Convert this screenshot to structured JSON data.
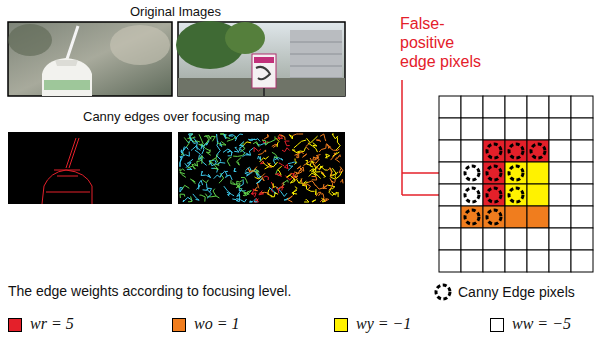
{
  "diagram": {
    "labels": [
      "Original Images",
      "Canny edges over focusing map",
      "False- positive edge pixels",
      "The edge weights according to focusing level."
    ],
    "legend": [
      {
        "text": "Canny Edge pixels"
      },
      {
        "text": "wr = 5",
        "color": "#e4202a"
      },
      {
        "text": "wo = 1",
        "color": "#f07d1e"
      },
      {
        "text": "wy = −1",
        "color": "#fff200"
      },
      {
        "text": "ww = −5",
        "color": "#ffffff"
      }
    ]
  }
}
